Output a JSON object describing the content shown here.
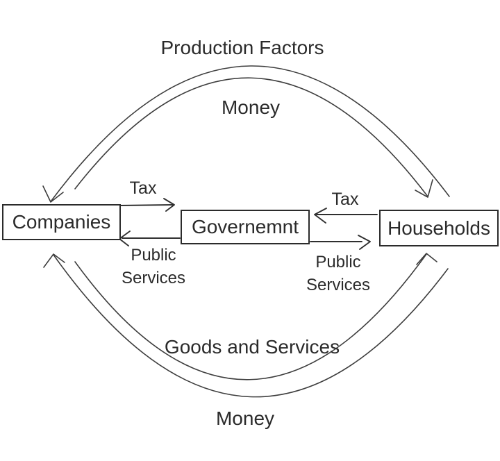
{
  "diagram": {
    "type": "circular-flow",
    "colors": {
      "background": "#ffffff",
      "line": "#3d3d3d",
      "text": "#2b2b2b"
    },
    "nodes": [
      {
        "id": "companies",
        "label": "Companies"
      },
      {
        "id": "government",
        "label": "Governemnt"
      },
      {
        "id": "households",
        "label": "Households"
      }
    ],
    "flows": [
      {
        "id": "production-factors",
        "label": "Production Factors",
        "from": "Households",
        "to": "Companies"
      },
      {
        "id": "money-top",
        "label": "Money",
        "from": "Companies",
        "to": "Households"
      },
      {
        "id": "tax-companies",
        "label": "Tax",
        "from": "Companies",
        "to": "Governemnt"
      },
      {
        "id": "public-services-companies",
        "lines": [
          "Public",
          "Services"
        ],
        "from": "Governemnt",
        "to": "Companies"
      },
      {
        "id": "tax-households",
        "label": "Tax",
        "from": "Households",
        "to": "Governemnt"
      },
      {
        "id": "public-services-households",
        "lines": [
          "Public",
          "Services"
        ],
        "from": "Governemnt",
        "to": "Households"
      },
      {
        "id": "goods-and-services",
        "label": "Goods and Services",
        "from": "Companies",
        "to": "Households"
      },
      {
        "id": "money-bottom",
        "label": "Money",
        "from": "Households",
        "to": "Companies"
      }
    ]
  }
}
